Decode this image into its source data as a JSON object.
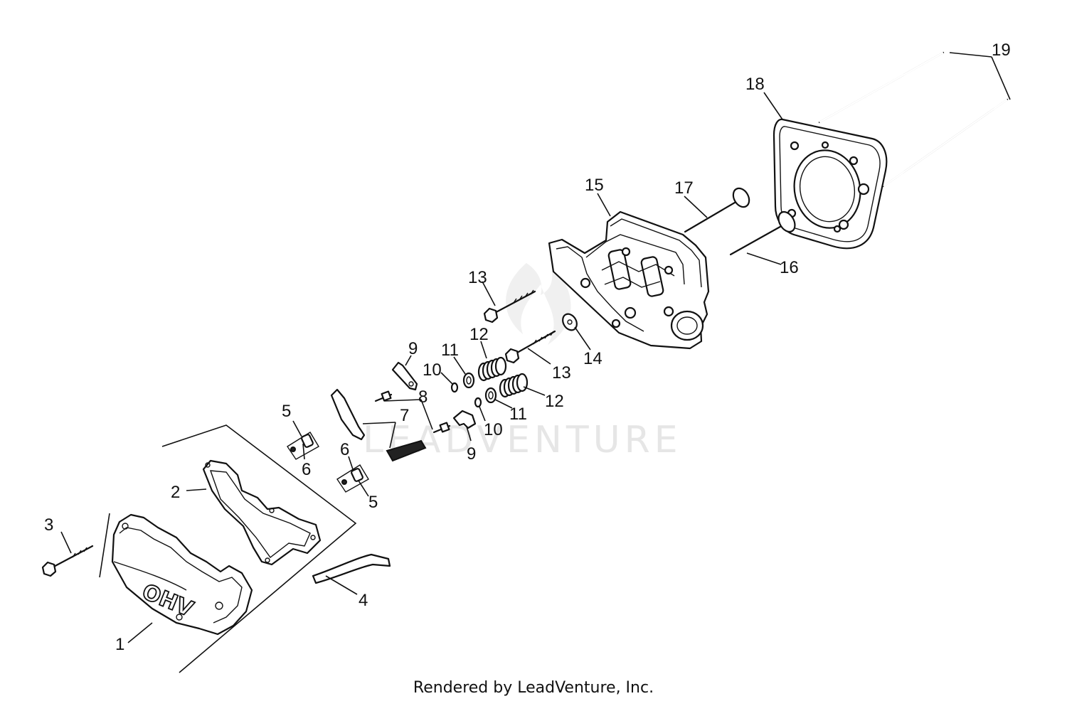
{
  "watermark": "LEADVENTURE",
  "footer": "Rendered by LeadVenture, Inc.",
  "cover_mark": "OHV",
  "callouts": {
    "c1": "1",
    "c2": "2",
    "c3": "3",
    "c4": "4",
    "c5a": "5",
    "c5b": "5",
    "c6a": "6",
    "c6b": "6",
    "c7": "7",
    "c8": "8",
    "c9a": "9",
    "c9b": "9",
    "c10a": "10",
    "c10b": "10",
    "c11a": "11",
    "c11b": "11",
    "c12a": "12",
    "c12b": "12",
    "c13a": "13",
    "c13b": "13",
    "c14": "14",
    "c15": "15",
    "c16": "16",
    "c17": "17",
    "c18": "18",
    "c19": "19"
  }
}
